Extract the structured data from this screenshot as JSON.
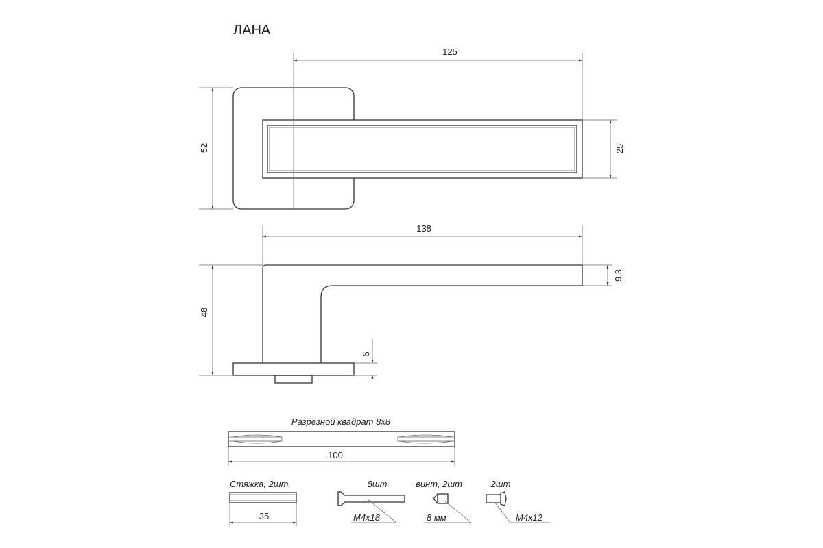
{
  "title": "ЛАНА",
  "top_view": {
    "dim_length": "125",
    "dim_rosette": "52",
    "dim_width": "25"
  },
  "side_view": {
    "dim_length": "138",
    "dim_height": "48",
    "dim_thickness": "9,3",
    "dim_base": "6"
  },
  "spindle": {
    "label": "Разрезной квадрат 8x8",
    "dim_length": "100"
  },
  "parts": {
    "tie": {
      "label": "Стяжка, 2шт.",
      "dim": "35"
    },
    "screw_long": {
      "qty": "8шт",
      "size": "M4x18"
    },
    "set_screw": {
      "label": "винт, 2шт",
      "size": "8 мм"
    },
    "screw_short": {
      "qty": "2шт",
      "size": "M4x12"
    }
  }
}
